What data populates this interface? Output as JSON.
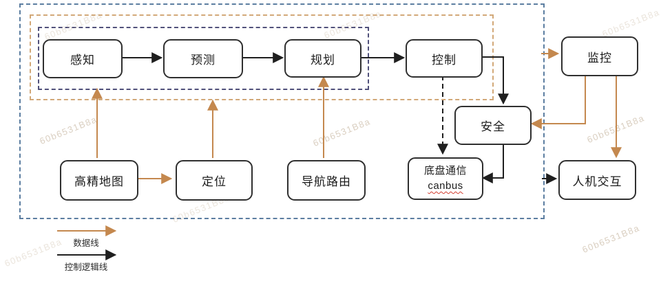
{
  "diagram": {
    "nodes": {
      "perception": {
        "label": "感知"
      },
      "prediction": {
        "label": "预测"
      },
      "planning": {
        "label": "规划"
      },
      "control": {
        "label": "控制"
      },
      "monitoring": {
        "label": "监控"
      },
      "safety": {
        "label": "安全"
      },
      "chassis_comm": {
        "label_line1": "底盘通信",
        "label_line2": "canbus"
      },
      "hmi": {
        "label": "人机交互"
      },
      "hd_map": {
        "label": "高精地图"
      },
      "localization": {
        "label": "定位"
      },
      "nav_routing": {
        "label": "导航路由"
      }
    },
    "edges": [
      {
        "from": "感知",
        "to": "预测",
        "line": "control-logic",
        "style": "solid"
      },
      {
        "from": "预测",
        "to": "规划",
        "line": "control-logic",
        "style": "solid"
      },
      {
        "from": "规划",
        "to": "控制",
        "line": "control-logic",
        "style": "solid"
      },
      {
        "from": "控制",
        "to": "安全",
        "line": "control-logic",
        "style": "solid"
      },
      {
        "from": "控制",
        "to": "底盘通信 canbus",
        "line": "control-logic",
        "style": "dashed"
      },
      {
        "from": "安全",
        "to": "底盘通信 canbus",
        "line": "control-logic",
        "style": "solid"
      },
      {
        "from": "system-boundary",
        "to": "人机交互",
        "line": "control-logic",
        "style": "solid"
      },
      {
        "from": "高精地图",
        "to": "定位",
        "line": "data",
        "style": "solid"
      },
      {
        "from": "高精地图",
        "to": "module-boundary",
        "line": "data",
        "style": "solid"
      },
      {
        "from": "定位",
        "to": "module-boundary",
        "line": "data",
        "style": "solid"
      },
      {
        "from": "导航路由",
        "to": "规划",
        "line": "data",
        "style": "solid"
      },
      {
        "from": "system-boundary",
        "to": "监控",
        "line": "data",
        "style": "solid"
      },
      {
        "from": "监控",
        "to": "安全",
        "line": "data",
        "style": "solid"
      },
      {
        "from": "监控",
        "to": "人机交互",
        "line": "data",
        "style": "solid"
      }
    ],
    "legend": [
      {
        "label": "数据线",
        "color": "#c4884e"
      },
      {
        "label": "控制逻辑线",
        "color": "#1f1f1f"
      }
    ],
    "watermark": "60b6531B8a",
    "colors": {
      "outer_boundary": "#5b7da0",
      "middle_boundary": "#d2a878",
      "inner_boundary": "#50507a",
      "data_line": "#c4884e",
      "control_logic_line": "#1f1f1f",
      "node_border": "#2f2f2f",
      "canbus_underline": "#d23b2e"
    }
  }
}
